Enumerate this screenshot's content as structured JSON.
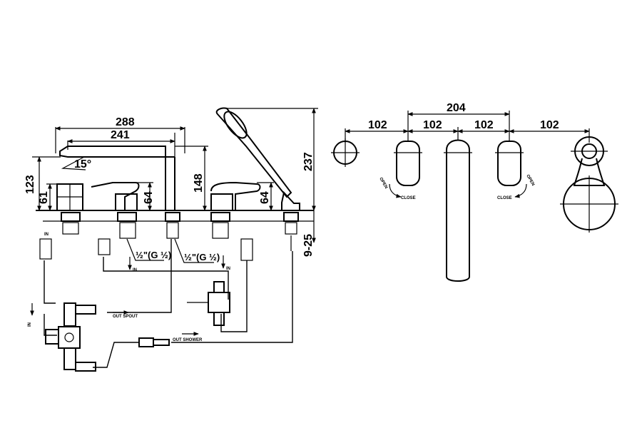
{
  "side_view": {
    "dims": {
      "d288": "288",
      "d241": "241",
      "d15": "15°",
      "d123": "123",
      "d61": "61",
      "d64a": "64",
      "d148": "148",
      "d64b": "64",
      "d237": "237",
      "d9_25": "9-25"
    },
    "threads": {
      "left": "½\"(G ½)",
      "right": "½\"(G ½)"
    },
    "labels": {
      "in_a": "IN",
      "in_b": "IN",
      "in_c": "IN",
      "in_d": "IN",
      "out_spout": "OUT SPOUT",
      "out_shower": "OUT SHOWER"
    }
  },
  "top_view": {
    "dims": {
      "d204": "204",
      "d102_1": "102",
      "d102_2": "102",
      "d102_3": "102",
      "d102_4": "102"
    },
    "labels": {
      "open_left": "OPEN",
      "close_left": "CLOSE",
      "open_right": "OPEN",
      "close_right": "CLOSE"
    }
  }
}
